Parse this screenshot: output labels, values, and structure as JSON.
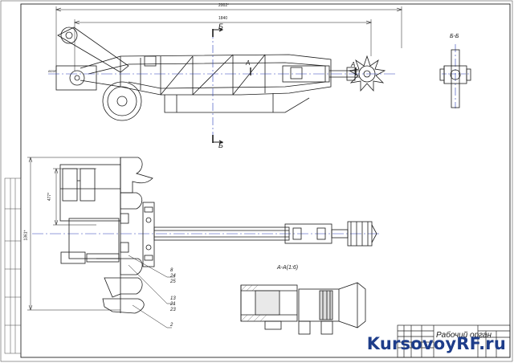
{
  "drawing": {
    "dims": {
      "overall_length": "2002*",
      "inner_length": "1840",
      "height_inner": "477*",
      "height_overall": "1361*",
      "small_dim": "Ø25R"
    },
    "section_marks": {
      "b_top": "Б",
      "b_bottom": "Б",
      "a_left": "А",
      "a_right": "А"
    },
    "view_labels": {
      "section_bb": "Б-Б",
      "section_aa": "А-А(1:6)"
    },
    "callouts": {
      "group_1": [
        "8",
        "24",
        "25"
      ],
      "group_2": [
        "13",
        "21",
        "23"
      ],
      "group_3": "2"
    }
  },
  "title_block": {
    "title": "Рабочий орган"
  },
  "watermark": {
    "main": "Kursovoy",
    "accent": "RF",
    "suffix": ".ru"
  }
}
